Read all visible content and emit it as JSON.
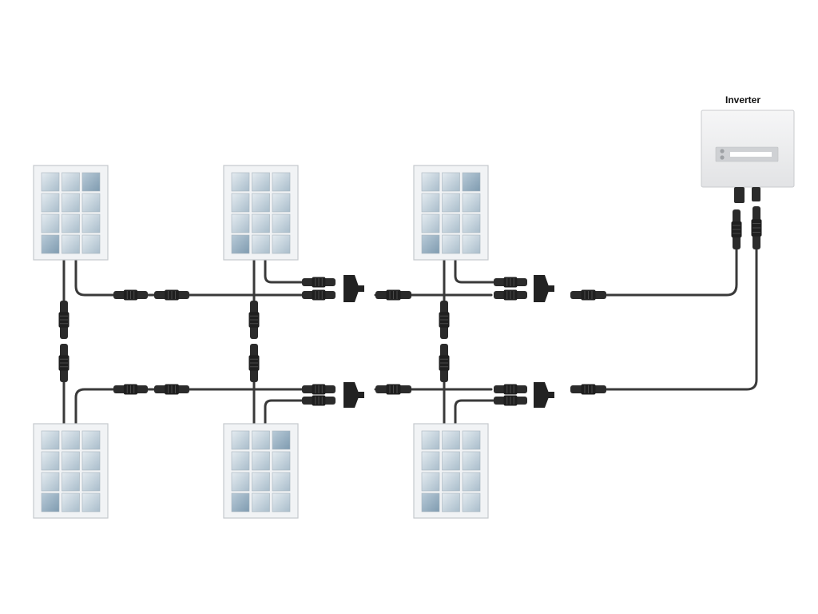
{
  "inverter": {
    "title": "Inverter"
  },
  "colors": {
    "cable": "#3a3a3a",
    "connector": "#2b2b2b",
    "panel_frame": "#f1f3f5",
    "panel_cell": "#c7d5df",
    "inverter_body": "#ecedee"
  },
  "components": {
    "solar_panels": 6,
    "panel_cells": "3 x 4",
    "inverters": 1
  }
}
